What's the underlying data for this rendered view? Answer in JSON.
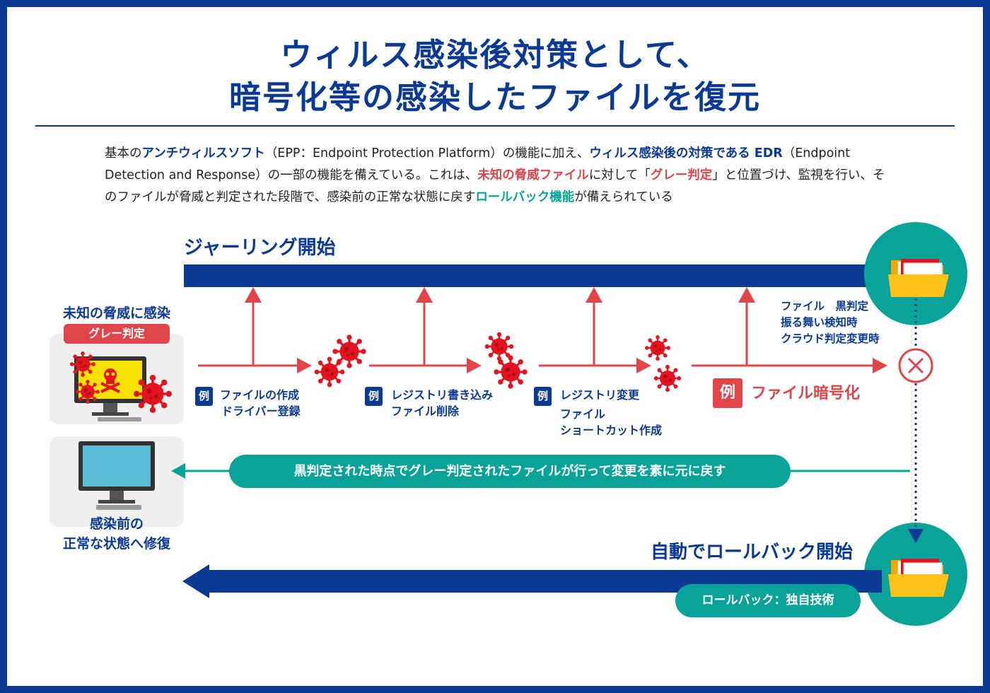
{
  "title": {
    "line1": "ウィルス感染後対策として、",
    "line2": "暗号化等の感染したファイルを復元"
  },
  "intro": {
    "p1": "基本の",
    "h1": "アンチウィルスソフト",
    "p2": "（EPP：Endpoint Protection Platform）の機能に加え、",
    "h2": "ウィルス感染後の対策である EDR",
    "p3": "（Endpoint Detection and Response）の一部の機能を備えている。これは、",
    "h3": "未知の脅威ファイル",
    "p4": "に対して「",
    "h4": "グレー判定",
    "p5": "」と位置づけ、監視を行い、そのファイルが脅威と判定された段階で、感染前の正常な状態に戻す",
    "h5": "ロールバック機能",
    "p6": "が備えられている"
  },
  "diagram": {
    "jailing_label": "ジャーリング開始",
    "infected_label": "未知の脅威に感染",
    "gray_badge": "グレー判定",
    "restored_label_line1": "感染前の",
    "restored_label_line2": "正常な状態へ修復",
    "example_badge": "例",
    "examples": [
      {
        "line1": "ファイルの作成",
        "line2": "ドライバー登録"
      },
      {
        "line1": "レジストリ書き込み",
        "line2": "ファイル削除"
      },
      {
        "line1": "レジストリ変更",
        "line2": "ファイル",
        "line3": "ショートカット作成"
      }
    ],
    "encrypt_label": "ファイル暗号化",
    "detection": {
      "line1": "ファイル　黒判定",
      "line2": "振る舞い検知時",
      "line3": "クラウド判定変更時"
    },
    "restore_pill": "黒判定された時点でグレー判定されたファイルが行って変更を素に元に戻す",
    "auto_rollback_label": "自動でロールバック開始",
    "tech_pill": "ロールバック：独自技術"
  },
  "colors": {
    "navy": "#0b3a94",
    "red": "#e0454a",
    "teal": "#0aa39a",
    "panel": "#efefef",
    "screen_yellow": "#f6e200",
    "screen_blue": "#5bbcd8",
    "folder": "#f5b800"
  },
  "icons": [
    "virus-icon",
    "skull-icon",
    "folder-icon",
    "monitor-icon",
    "cross-circle-icon"
  ]
}
